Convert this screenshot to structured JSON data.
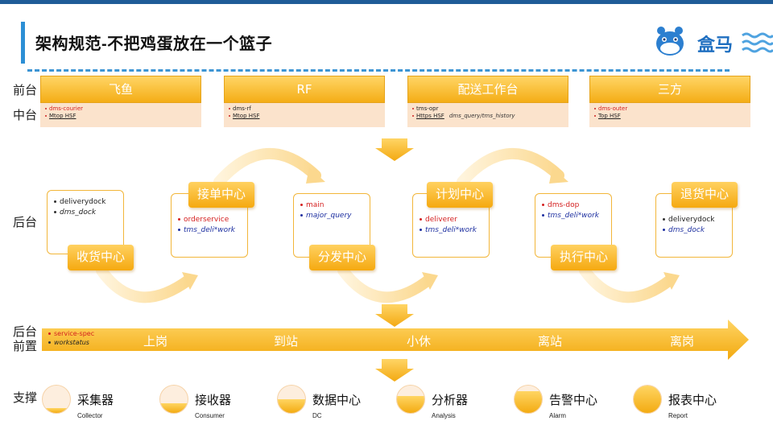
{
  "title": "架构规范-不把鸡蛋放在一个篮子",
  "logo": {
    "text": "盒马",
    "icon": "hippo-logo-icon"
  },
  "row_labels": {
    "front": "前台",
    "middle": "中台",
    "back": "后台",
    "pre": "后台\n前置",
    "support": "支撑"
  },
  "front_systems": [
    {
      "name": "飞鱼",
      "lines": [
        {
          "text": "dms-courier",
          "style": "red"
        },
        {
          "text": "Mtop HSF",
          "style": "under"
        }
      ]
    },
    {
      "name": "RF",
      "lines": [
        {
          "text": "dms-rf",
          "style": "dark"
        },
        {
          "text": "Mtop HSF",
          "style": "under"
        }
      ]
    },
    {
      "name": "配送工作台",
      "lines": [
        {
          "text": "tms-opr",
          "style": "dark"
        },
        {
          "text": "Https HSF",
          "style": "under",
          "extra": "dms_query/tms_history"
        }
      ]
    },
    {
      "name": "三方",
      "lines": [
        {
          "text": "dms-outer",
          "style": "red"
        },
        {
          "text": "Top HSF",
          "style": "under"
        }
      ]
    }
  ],
  "centers": [
    {
      "name": "收货中心",
      "services": [
        {
          "text": "deliverydock",
          "style": "plain"
        },
        {
          "text": "dms_dock",
          "style": "italic"
        }
      ]
    },
    {
      "name": "接单中心",
      "services": [
        {
          "text": "orderservice",
          "style": "red"
        },
        {
          "text": "tms_deli*work",
          "style": "blue"
        }
      ]
    },
    {
      "name": "分发中心",
      "services": [
        {
          "text": "main",
          "style": "red"
        },
        {
          "text": "major_query",
          "style": "blue"
        }
      ]
    },
    {
      "name": "计划中心",
      "services": [
        {
          "text": "deliverer",
          "style": "red"
        },
        {
          "text": "tms_deli*work",
          "style": "blue"
        }
      ]
    },
    {
      "name": "执行中心",
      "services": [
        {
          "text": "dms-dop",
          "style": "red"
        },
        {
          "text": "tms_deli*work",
          "style": "blue"
        }
      ]
    },
    {
      "name": "退货中心",
      "services": [
        {
          "text": "deliverydock",
          "style": "plain"
        },
        {
          "text": "dms_dock",
          "style": "blue"
        }
      ]
    }
  ],
  "pre_lane": {
    "services": [
      {
        "text": "service-spec",
        "style": "red"
      },
      {
        "text": "workstatus",
        "style": "italic"
      }
    ],
    "stages": [
      "上岗",
      "到站",
      "小休",
      "离站",
      "离岗"
    ]
  },
  "support_items": [
    {
      "name": "采集器",
      "en": "Collector",
      "fill": 0.18
    },
    {
      "name": "接收器",
      "en": "Consumer",
      "fill": 0.35
    },
    {
      "name": "数据中心",
      "en": "DC",
      "fill": 0.5
    },
    {
      "name": "分析器",
      "en": "Analysis",
      "fill": 0.62
    },
    {
      "name": "告警中心",
      "en": "Alarm",
      "fill": 0.8
    },
    {
      "name": "报表中心",
      "en": "Report",
      "fill": 1.0
    }
  ],
  "colors": {
    "accent": "#f5ab16",
    "accent_light": "#ffd565",
    "title_blue": "#2d8fd5",
    "service_red": "#d42020",
    "service_blue": "#1d2fa0"
  }
}
